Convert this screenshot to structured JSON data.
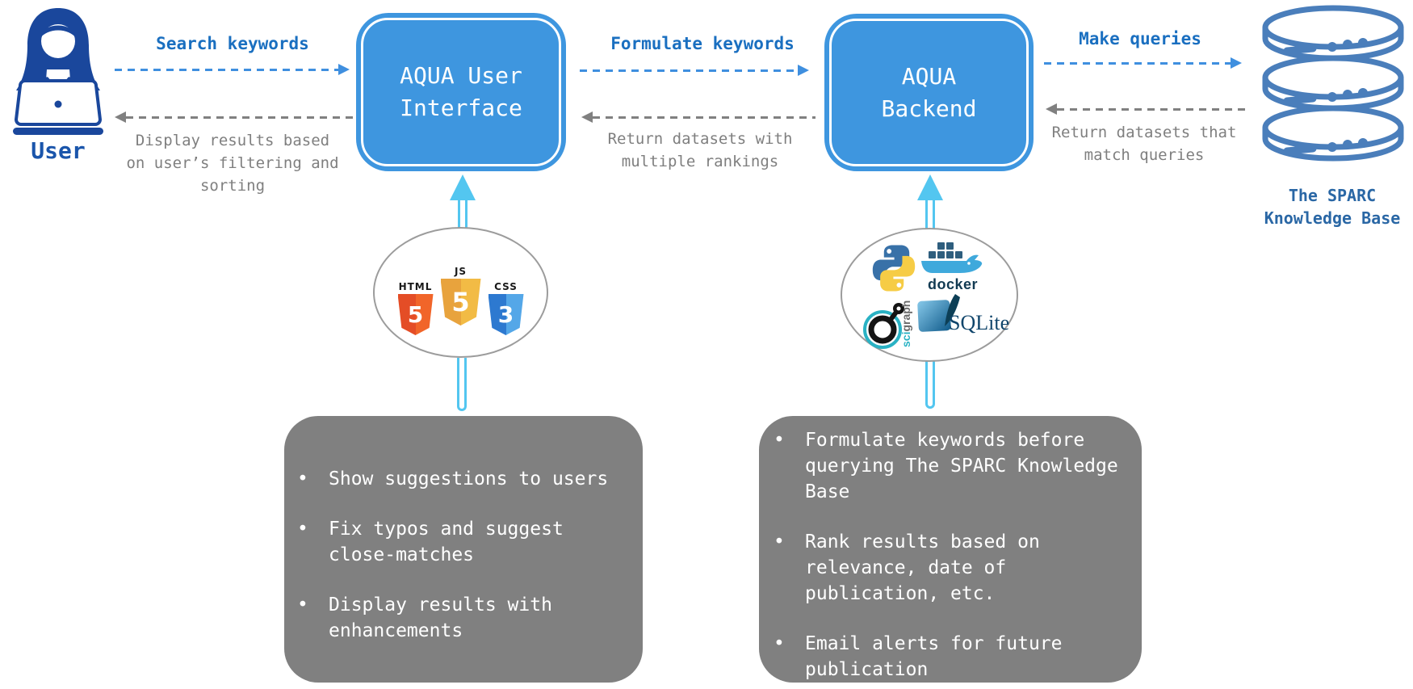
{
  "nodes": {
    "user": {
      "label": "User"
    },
    "ui": {
      "label": "AQUA User Interface"
    },
    "backend": {
      "label": "AQUA Backend"
    },
    "kb": {
      "label": "The SPARC Knowledge Base"
    }
  },
  "flows": {
    "search": "Search keywords",
    "display_lines": [
      "Display results based",
      "on user’s filtering and",
      "sorting"
    ],
    "formulate": "Formulate keywords",
    "return_rankings_lines": [
      "Return datasets with",
      "multiple rankings"
    ],
    "make_queries": "Make queries",
    "return_match_lines": [
      "Return datasets that",
      "match queries"
    ]
  },
  "frontend_stack": {
    "html": {
      "label": "HTML",
      "glyph": "5"
    },
    "js": {
      "label": "JS",
      "glyph": "5"
    },
    "css": {
      "label": "CSS",
      "glyph": "3"
    }
  },
  "backend_stack": {
    "docker_label": "docker",
    "scigraph_sci": "sci",
    "scigraph_graph": "graph",
    "sqlite_label": "SQLite"
  },
  "ui_notes": [
    "Show suggestions to users",
    "Fix typos and suggest close-matches",
    "Display results with enhancements"
  ],
  "backend_notes": [
    "Formulate keywords before querying The SPARC Knowledge Base",
    "Rank results based on relevance, date of publication, etc.",
    "Email alerts for future publication"
  ],
  "colors": {
    "node_blue": "#3e96df",
    "label_blue": "#1a6fc0",
    "arrow_blue": "#3f8fdf",
    "gray": "#808080",
    "cyan": "#53c6f0",
    "db_stroke": "#4a7ebb",
    "db_label_blue": "#2a67a5",
    "user_navy": "#1a479c"
  }
}
